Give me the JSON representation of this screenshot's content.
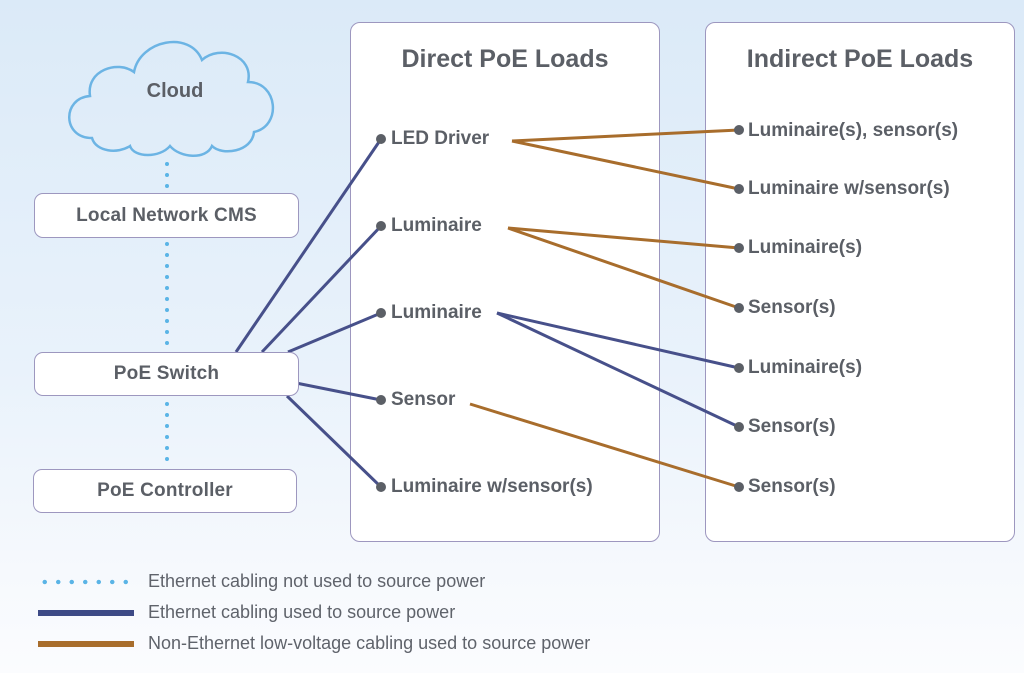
{
  "colors": {
    "ethernet_no_power": "#5ab4e6",
    "ethernet_power": "#47508a",
    "low_voltage_power": "#a86d2c",
    "node_border": "#9d97bf",
    "text": "#5b5f66",
    "endpoint_dot": "#5b5f66"
  },
  "network": {
    "cloud": "Cloud",
    "local_cms": "Local Network CMS",
    "poe_switch": "PoE Switch",
    "poe_controller": "PoE Controller"
  },
  "direct_loads": {
    "title": "Direct PoE Loads",
    "items": [
      {
        "label": "LED Driver"
      },
      {
        "label": "Luminaire"
      },
      {
        "label": "Luminaire"
      },
      {
        "label": "Sensor"
      },
      {
        "label": "Luminaire w/sensor(s)"
      }
    ]
  },
  "indirect_loads": {
    "title": "Indirect PoE Loads",
    "items": [
      {
        "label": "Luminaire(s), sensor(s)"
      },
      {
        "label": "Luminaire w/sensor(s)"
      },
      {
        "label": "Luminaire(s)"
      },
      {
        "label": "Sensor(s)"
      },
      {
        "label": "Luminaire(s)"
      },
      {
        "label": "Sensor(s)"
      },
      {
        "label": "Sensor(s)"
      }
    ]
  },
  "connections": [
    {
      "from": "direct_loads.0",
      "to": "indirect_loads.0",
      "type": "low_voltage_power"
    },
    {
      "from": "direct_loads.0",
      "to": "indirect_loads.1",
      "type": "low_voltage_power"
    },
    {
      "from": "direct_loads.1",
      "to": "indirect_loads.2",
      "type": "low_voltage_power"
    },
    {
      "from": "direct_loads.1",
      "to": "indirect_loads.3",
      "type": "low_voltage_power"
    },
    {
      "from": "direct_loads.2",
      "to": "indirect_loads.4",
      "type": "ethernet_power"
    },
    {
      "from": "direct_loads.2",
      "to": "indirect_loads.5",
      "type": "ethernet_power"
    },
    {
      "from": "direct_loads.3",
      "to": "indirect_loads.6",
      "type": "low_voltage_power"
    },
    {
      "from": "poe_switch",
      "to": "direct_loads.0",
      "type": "ethernet_power"
    },
    {
      "from": "poe_switch",
      "to": "direct_loads.1",
      "type": "ethernet_power"
    },
    {
      "from": "poe_switch",
      "to": "direct_loads.2",
      "type": "ethernet_power"
    },
    {
      "from": "poe_switch",
      "to": "direct_loads.3",
      "type": "ethernet_power"
    },
    {
      "from": "poe_switch",
      "to": "direct_loads.4",
      "type": "ethernet_power"
    },
    {
      "from": "cloud",
      "to": "local_cms",
      "type": "ethernet_no_power"
    },
    {
      "from": "local_cms",
      "to": "poe_switch",
      "type": "ethernet_no_power"
    },
    {
      "from": "poe_switch",
      "to": "poe_controller",
      "type": "ethernet_no_power"
    }
  ],
  "legend": [
    {
      "style": "dotted",
      "label": "Ethernet cabling not used to source power"
    },
    {
      "style": "blue",
      "label": "Ethernet cabling used to source power"
    },
    {
      "style": "brown",
      "label": "Non-Ethernet low-voltage cabling used to source power"
    }
  ]
}
